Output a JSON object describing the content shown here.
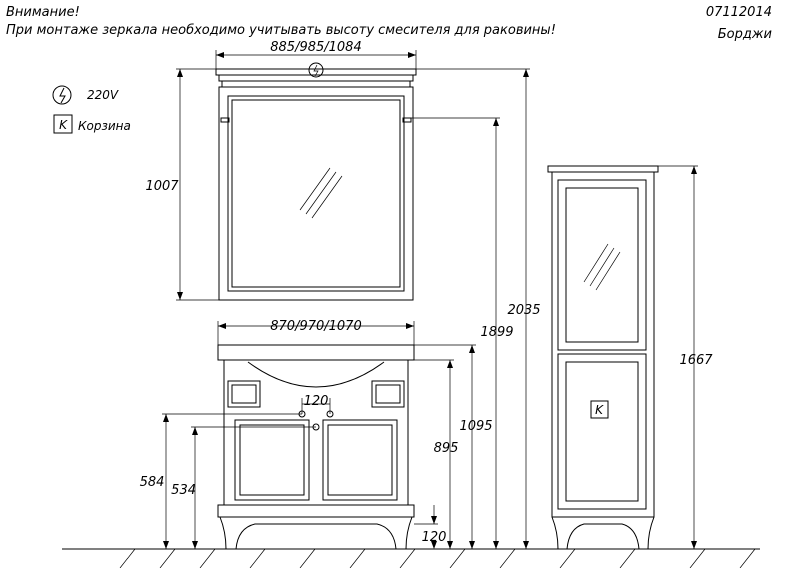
{
  "header": {
    "warning_title": "Внимание!",
    "warning_text": "При монтаже зеркала необходимо учитывать высоту смесителя для раковины!",
    "doc_code": "07112014",
    "series_name": "Борджи"
  },
  "legend": {
    "power_label": "220V",
    "basket_label": "Корзина",
    "basket_symbol": "K"
  },
  "dimensions": {
    "mirror_width": "885/985/1084",
    "mirror_height": "1007",
    "vanity_width": "870/970/1070",
    "faucet_spacing": "120",
    "total_height": "2035",
    "mirror_bottom_height": "1899",
    "vanity_top_height": "1095",
    "vanity_body_height": "895",
    "outlet_height_1": "584",
    "outlet_height_2": "534",
    "leg_height": "120",
    "cabinet_height": "1667"
  },
  "cabinet": {
    "basket_symbol": "K"
  }
}
